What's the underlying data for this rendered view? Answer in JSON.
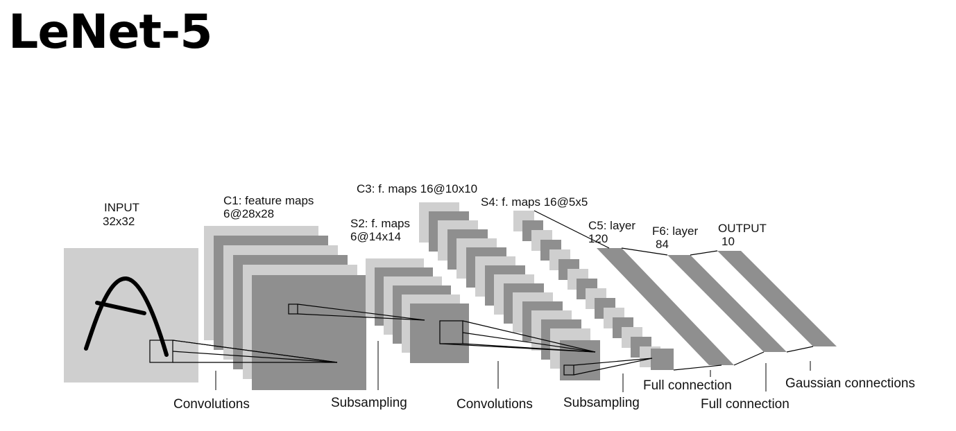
{
  "title": "LeNet-5",
  "layers": {
    "input": {
      "name": "INPUT",
      "size": "32x32"
    },
    "c1": {
      "name": "C1: feature maps",
      "size": "6@28x28"
    },
    "s2": {
      "name": "S2: f. maps",
      "size": "6@14x14"
    },
    "c3": {
      "name": "C3: f. maps 16@10x10"
    },
    "s4": {
      "name": "S4: f. maps 16@5x5"
    },
    "c5": {
      "name": "C5: layer",
      "size": "120"
    },
    "f6": {
      "name": "F6: layer",
      "size": "84"
    },
    "output": {
      "name": "OUTPUT",
      "size": "10"
    }
  },
  "operations": [
    "Convolutions",
    "Subsampling",
    "Convolutions",
    "Subsampling",
    "Full connection",
    "Full connection",
    "Gaussian connections"
  ],
  "colors": {
    "light": "#cfcfcf",
    "mid": "#b9b9b9",
    "dark": "#8f8f8f",
    "stroke": "#000000"
  }
}
